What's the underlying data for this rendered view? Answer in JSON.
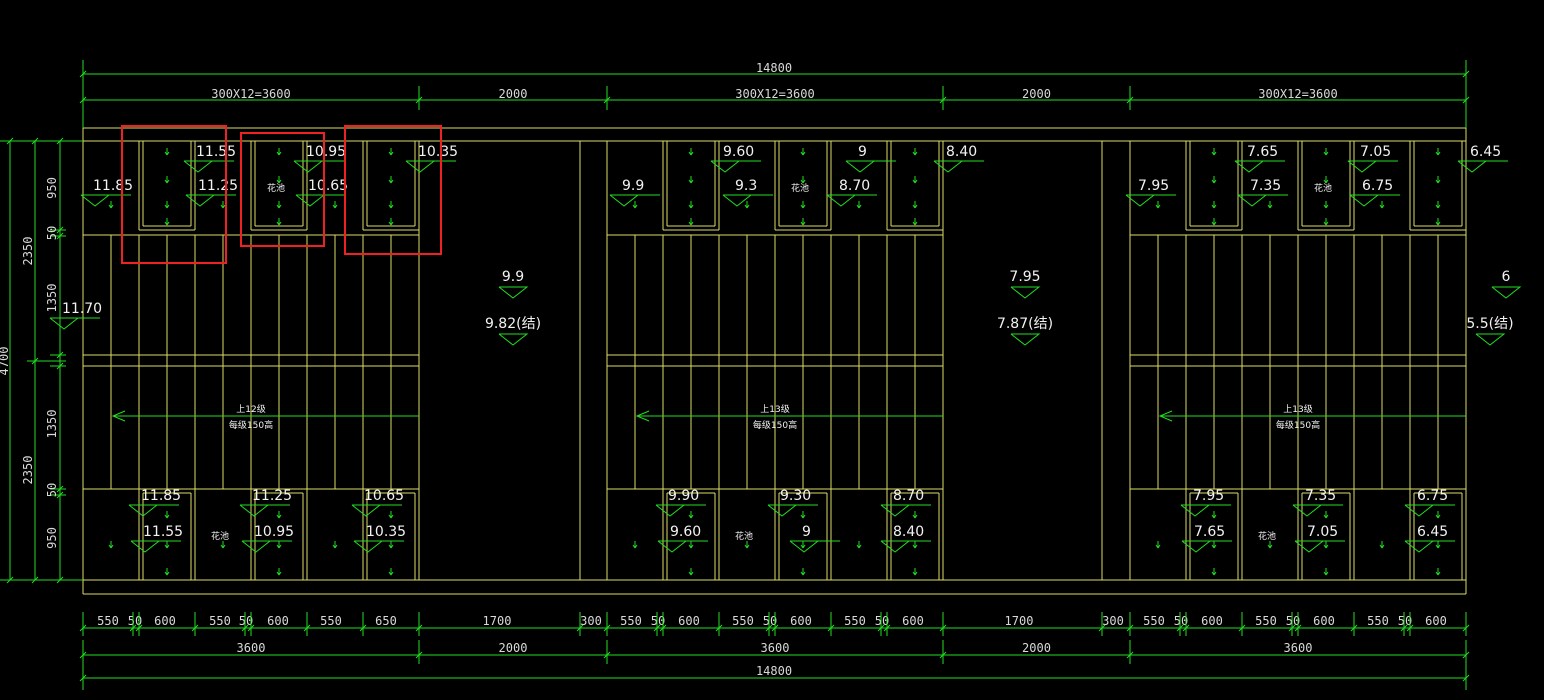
{
  "colors": {
    "background": "#000000",
    "dimension": "#22dd22",
    "outline": "#dcdc66",
    "symbol": "#22dd22",
    "highlight": "#ee2222",
    "text": "#f2f2f2"
  },
  "top_dims": {
    "overall": "14800",
    "segments": [
      "300X12=3600",
      "2000",
      "300X12=3600",
      "2000",
      "300X12=3600"
    ]
  },
  "bottom_dims": {
    "row1": [
      "550",
      "50",
      "600",
      "550",
      "50",
      "600",
      "550",
      "650",
      "1700",
      "300",
      "550",
      "50",
      "600",
      "550",
      "50",
      "600",
      "550",
      "50",
      "600",
      "1700",
      "300",
      "550",
      "50",
      "600",
      "550",
      "50",
      "600",
      "550",
      "50",
      "600"
    ],
    "row2": [
      "3600",
      "2000",
      "3600",
      "2000",
      "3600"
    ],
    "overall": "14800"
  },
  "left_dims": {
    "outer": "4700",
    "mid": [
      "2350",
      "2350"
    ],
    "inner": [
      "950",
      "50",
      "1350",
      "1350",
      "50",
      "950"
    ]
  },
  "elevations": {
    "top": [
      "11.55",
      "11.85",
      "11.25",
      "10.95",
      "10.65",
      "10.35",
      "9.60",
      "9.9",
      "9.3",
      "9",
      "8.70",
      "8.40",
      "7.65",
      "7.95",
      "7.35",
      "7.05",
      "6.75",
      "6.45"
    ],
    "bottom": [
      "11.85",
      "11.55",
      "11.25",
      "10.95",
      "10.65",
      "10.35",
      "9.90",
      "9.60",
      "9.30",
      "9",
      "8.70",
      "8.40",
      "7.95",
      "7.65",
      "7.35",
      "7.05",
      "6.75",
      "6.45"
    ],
    "landing": [
      "9.9",
      "9.82(结)",
      "7.95",
      "7.87(结)",
      "6",
      "5.5(结)"
    ],
    "left": "11.70"
  },
  "planter_label": "花池",
  "stairs": [
    {
      "up": "上12级",
      "riser": "每级150高"
    },
    {
      "up": "上13级",
      "riser": "每级150高"
    },
    {
      "up": "上13级",
      "riser": "每级150高"
    }
  ]
}
